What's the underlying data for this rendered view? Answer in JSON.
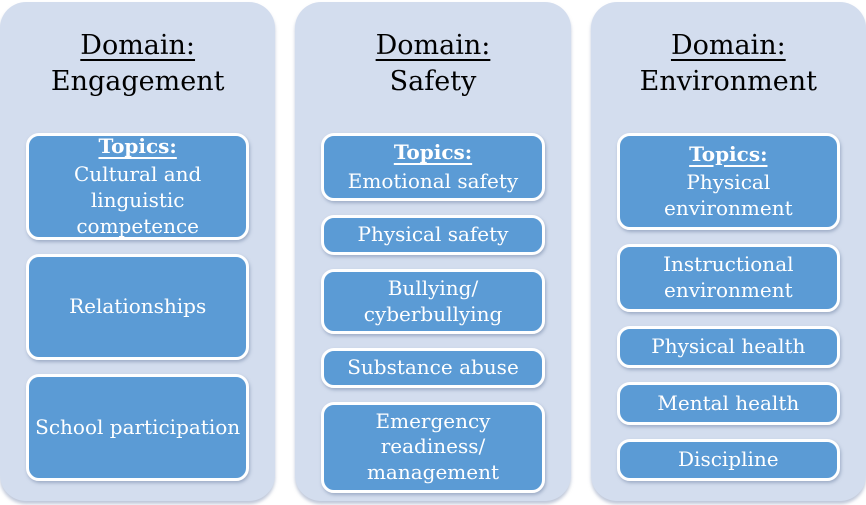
{
  "colors": {
    "panel_background": "#d3ddee",
    "topic_box_background": "#5b9bd5",
    "topic_box_border": "#ffffff",
    "heading_text": "#000000",
    "topic_text": "#ffffff"
  },
  "panels": [
    {
      "id": "engagement",
      "domain_label": "Domain:",
      "domain_name": "Engagement",
      "topics_label": "Topics:",
      "topics": [
        "Cultural and linguistic competence",
        "Relationships",
        "School participation"
      ]
    },
    {
      "id": "safety",
      "domain_label": "Domain:",
      "domain_name": "Safety",
      "topics_label": "Topics:",
      "topics": [
        "Emotional safety",
        "Physical safety",
        "Bullying/ cyberbullying",
        "Substance abuse",
        "Emergency readiness/ management"
      ]
    },
    {
      "id": "environment",
      "domain_label": "Domain:",
      "domain_name": "Environment",
      "topics_label": "Topics:",
      "topics": [
        "Physical environment",
        "Instructional environment",
        "Physical health",
        "Mental health",
        "Discipline"
      ]
    }
  ]
}
